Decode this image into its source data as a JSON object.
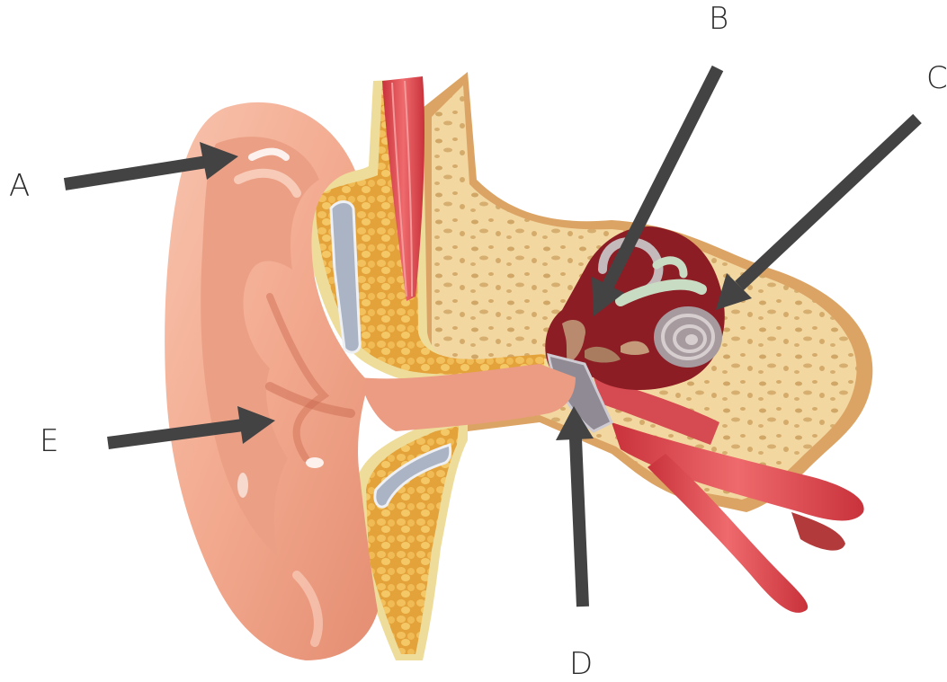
{
  "labels": {
    "a": "A",
    "b": "B",
    "c": "C",
    "d": "D",
    "e": "E"
  },
  "colors": {
    "skin": "#f2a98e",
    "skin_shadow": "#e08b70",
    "bone": "#f3d39a",
    "bone_dark": "#d9a55e",
    "fat": "#e8b24a",
    "muscle": "#e0454c",
    "cavity": "#8c1d24",
    "cochlea": "#a69a9e",
    "arrow": "#434343"
  }
}
